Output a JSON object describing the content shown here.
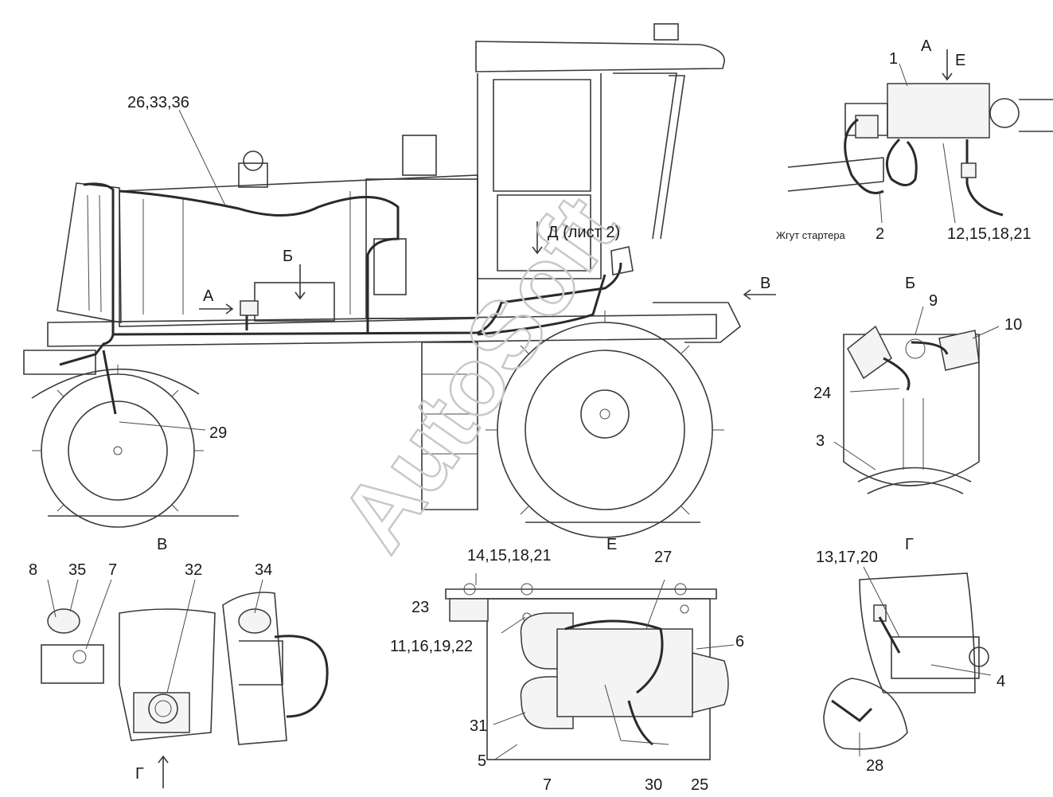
{
  "watermark": "AutoSoft",
  "views": {
    "a": "А",
    "b": "Б",
    "v": "В",
    "e": "Е",
    "g": "Г"
  },
  "view_refs": {
    "a": "А",
    "b": "Б",
    "d": "Д (лист 2)",
    "v": "В",
    "e": "Е",
    "g": "Г"
  },
  "labels": {
    "main_top": "26,33,36",
    "n29": "29",
    "n1": "1",
    "n2": "2",
    "starter_harness": "Жгут стартера",
    "a_bolts": "12,15,18,21",
    "n9": "9",
    "n10": "10",
    "n24": "24",
    "n3": "3",
    "n8": "8",
    "n35": "35",
    "n7": "7",
    "n32": "32",
    "n34": "34",
    "e_bolts_top": "14,15,18,21",
    "n27": "27",
    "n23": "23",
    "e_bolts_bottom": "11,16,19,22",
    "n6": "6",
    "n31": "31",
    "n5": "5",
    "n30": "30",
    "n25": "25",
    "g_bolts": "13,17,20",
    "n4": "4",
    "n28": "28"
  }
}
